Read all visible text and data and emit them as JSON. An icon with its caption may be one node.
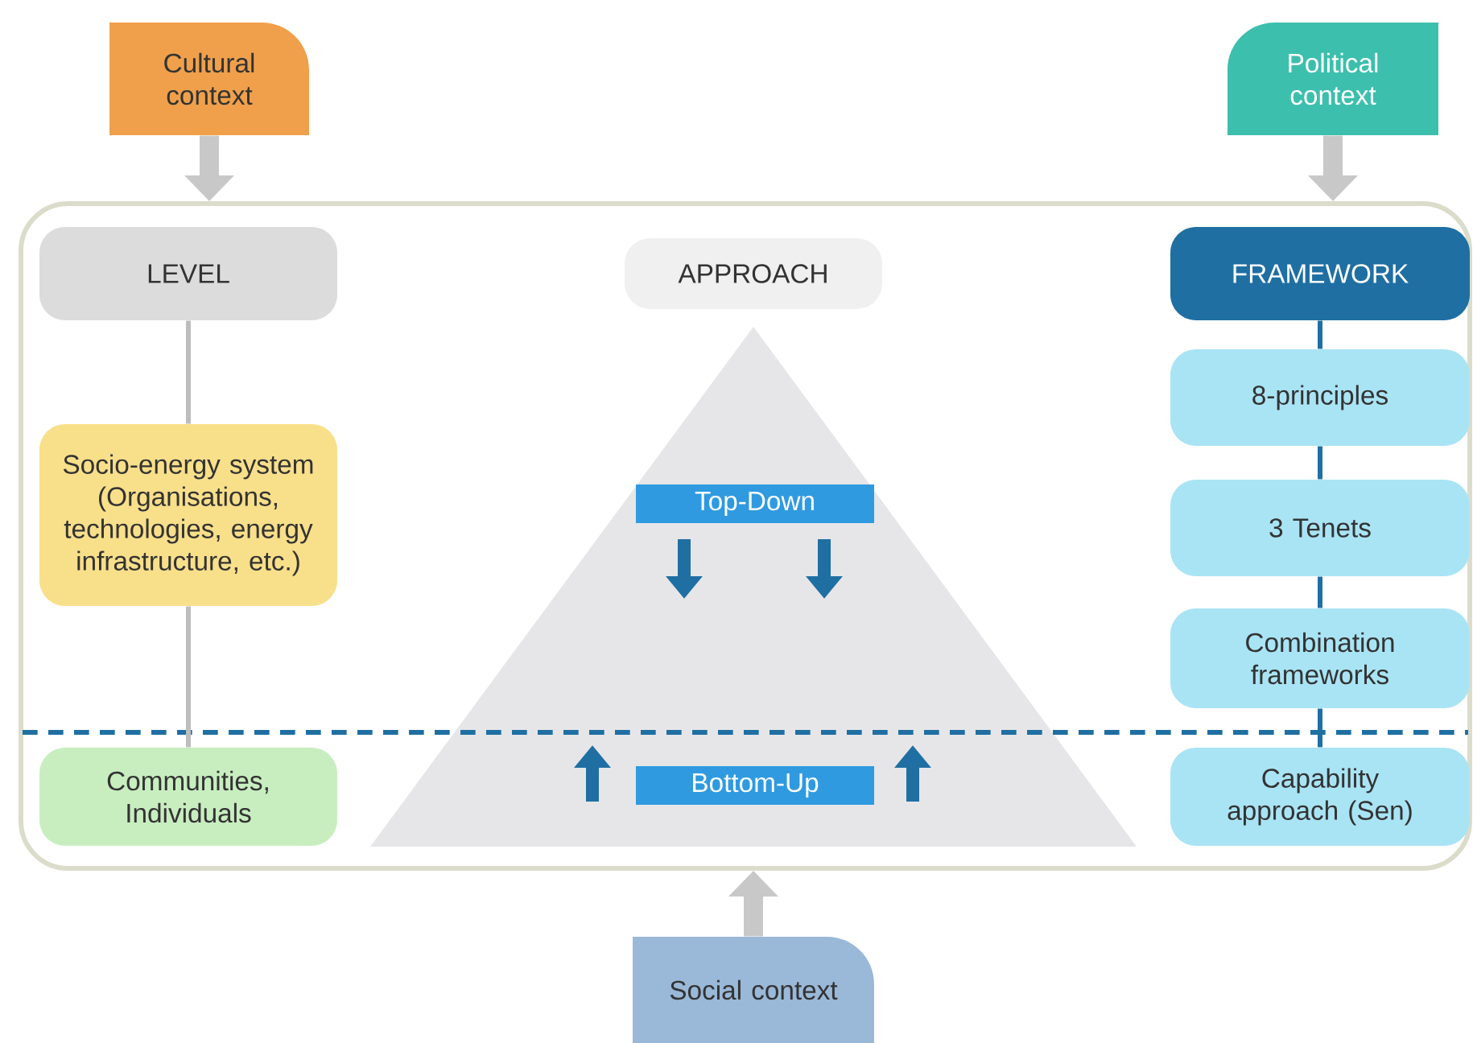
{
  "diagram": {
    "nodes": [
      {
        "text": [
          "Cultural context"
        ]
      },
      {
        "text": [
          "Political context"
        ]
      },
      {
        "text": [],
        "shape": "box"
      },
      {
        "text": [
          "LEVEL"
        ],
        "in": 2
      },
      {
        "text": [
          "APPROACH"
        ],
        "in": 2
      },
      {
        "text": [
          "FRAMEWORK"
        ],
        "in": 2
      },
      {
        "text": [
          "Socio-energy system (Organisations, technologies, energy infrastructure, etc.)"
        ],
        "in": 2
      },
      {
        "text": [],
        "shape": "triangle",
        "in": 2
      },
      {
        "text": [
          "Top-Down"
        ],
        "in": 7
      },
      {
        "text": [
          "8-principles"
        ],
        "in": 2
      },
      {
        "text": [
          "3 Tenets"
        ],
        "in": 2
      },
      {
        "text": [
          "Combination frameworks"
        ],
        "in": 2
      },
      {
        "text": [
          "Communities, Individuals"
        ],
        "in": 2
      },
      {
        "text": [
          "Bottom-Up"
        ],
        "in": 7
      },
      {
        "text": [
          "Capability approach (Sen)"
        ],
        "in": 2
      },
      {
        "text": [
          "Social context"
        ]
      }
    ],
    "edges": [
      {
        "from": 0,
        "to": 2,
        "arrow": "to",
        "style": "thick",
        "color": "#c8c8c8"
      },
      {
        "from": 1,
        "to": 2,
        "arrow": "to",
        "style": "thick",
        "color": "#c8c8c8"
      },
      {
        "from": 15,
        "to": 2,
        "arrow": "to",
        "style": "thick",
        "color": "#c8c8c8"
      },
      {
        "from": 3,
        "to": 6,
        "arrow": "none",
        "color": "#bdbdbd"
      },
      {
        "from": 6,
        "to": 12,
        "arrow": "none",
        "color": "#bdbdbd"
      },
      {
        "from": 5,
        "to": 9,
        "arrow": "none"
      },
      {
        "from": 9,
        "to": 10,
        "arrow": "none"
      },
      {
        "from": 10,
        "to": 11,
        "arrow": "none"
      },
      {
        "from": 11,
        "to": 14,
        "arrow": "none"
      }
    ]
  }
}
